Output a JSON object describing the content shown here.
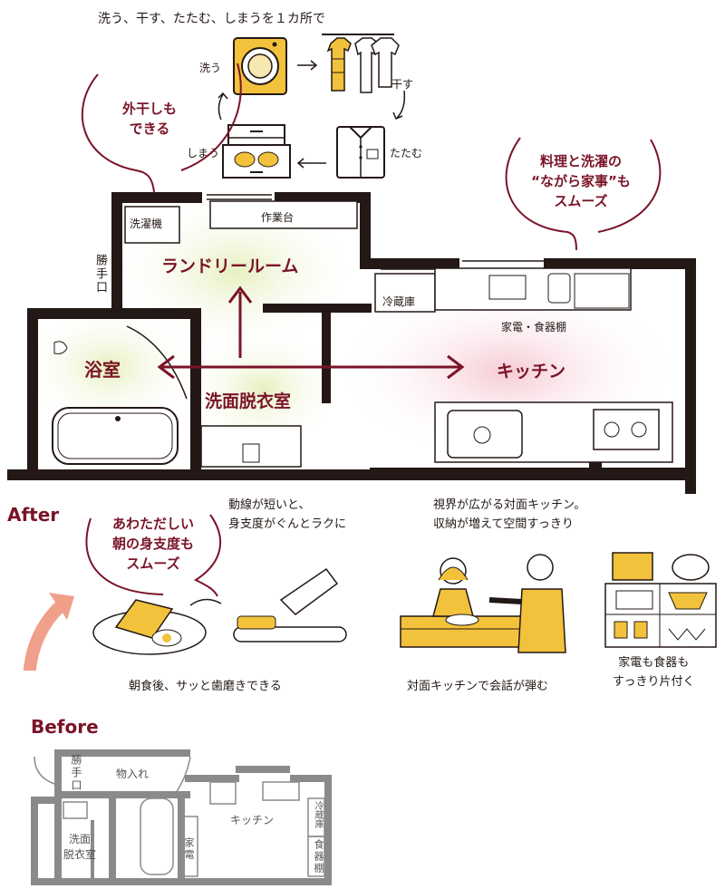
{
  "colors": {
    "wall": "#231815",
    "accent": "#7a1427",
    "yellow": "#f3c23c",
    "green_glow": "#e9f2c6",
    "pink_glow": "#f7d4dc",
    "gray": "#8a8a8a",
    "salmon": "#f0a08a"
  },
  "laundry_cycle": {
    "title": "洗う、干す、たたむ、しまうを１カ所で",
    "wash": "洗う",
    "dry": "干す",
    "fold": "たたむ",
    "store": "しまう"
  },
  "bubbles": {
    "outdoor": "外干しも\nできる",
    "kitchen": "料理と洗濯の\n“ながら家事”も\nスムーズ",
    "morning": "あわただしい\n朝の身支度も\nスムーズ"
  },
  "plan": {
    "washer": "洗濯機",
    "workbench": "作業台",
    "laundry_room": "ランドリールーム",
    "back_door": "勝手口",
    "bath": "浴室",
    "dressing_room": "洗面脱衣室",
    "fridge": "冷蔵庫",
    "shelf": "家電・食器棚",
    "kitchen": "キッチン"
  },
  "after_label": "After",
  "before_label": "Before",
  "captions": {
    "route_short": "動線が短いと、\n身支度がぐんとラクに",
    "kitchen_view": "視界が広がる対面キッチン。\n収納が増えて空間すっきり",
    "breakfast": "朝食後、サッと歯磨きできる",
    "conversation": "対面キッチンで会話が弾む",
    "tidy": "家電も食器も\nすっきり片付く"
  },
  "before_plan": {
    "back_door": "勝手口",
    "storage": "物入れ",
    "kitchen": "キッチン",
    "dressing_room": "洗面\n脱衣室",
    "appliance": "家電",
    "fridge": "冷蔵庫",
    "cupboard": "食器棚"
  }
}
